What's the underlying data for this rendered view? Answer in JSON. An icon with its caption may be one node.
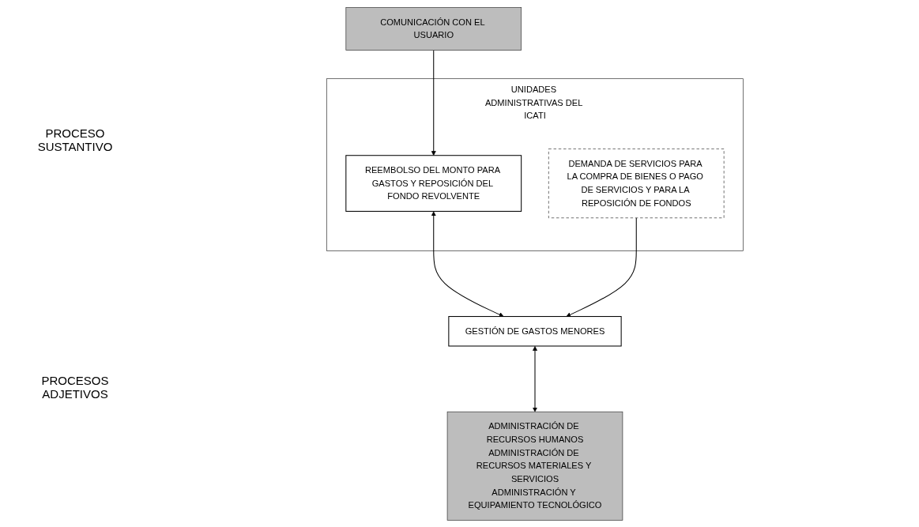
{
  "diagram": {
    "nodes": [
      {
        "text": [
          "COMUNICACIÓN CON EL USUARIO"
        ]
      },
      {
        "text": [
          "UNIDADES ADMINISTRATIVAS DEL ICATI"
        ]
      },
      {
        "text": [
          "DEMANDA DE SERVICIOS PARA LA COMPRA DE BIENES O PAGO DE SERVICIOS Y PARA LA REPOSICIÓN DE FONDOS"
        ],
        "in": 1
      },
      {
        "text": [
          "REEMBOLSO DEL MONTO PARA GASTOS Y REPOSICIÓN DEL FONDO REVOLVENTE"
        ],
        "in": 1
      },
      {
        "text": [
          "GESTIÓN DE GASTOS MENORES"
        ]
      },
      {
        "text": [
          "ADMINISTRACIÓN DE RECURSOS HUMANOS",
          "ADMINISTRACIÓN DE RECURSOS MATERIALES Y SERVICIOS",
          "ADMINISTRACIÓN Y EQUIPAMIENTO TECNOLÓGICO"
        ]
      }
    ],
    "edges": [
      {
        "from": 0,
        "to": 3,
        "arrow": "to"
      },
      {
        "from": 3,
        "to": 4,
        "arrow": "both"
      },
      {
        "from": 2,
        "to": 4,
        "arrow": "to"
      },
      {
        "from": 4,
        "to": 5,
        "arrow": "both"
      }
    ],
    "labels": [
      "PROCESO SUSTANTIVO",
      "PROCESOS ADJETIVOS"
    ]
  }
}
